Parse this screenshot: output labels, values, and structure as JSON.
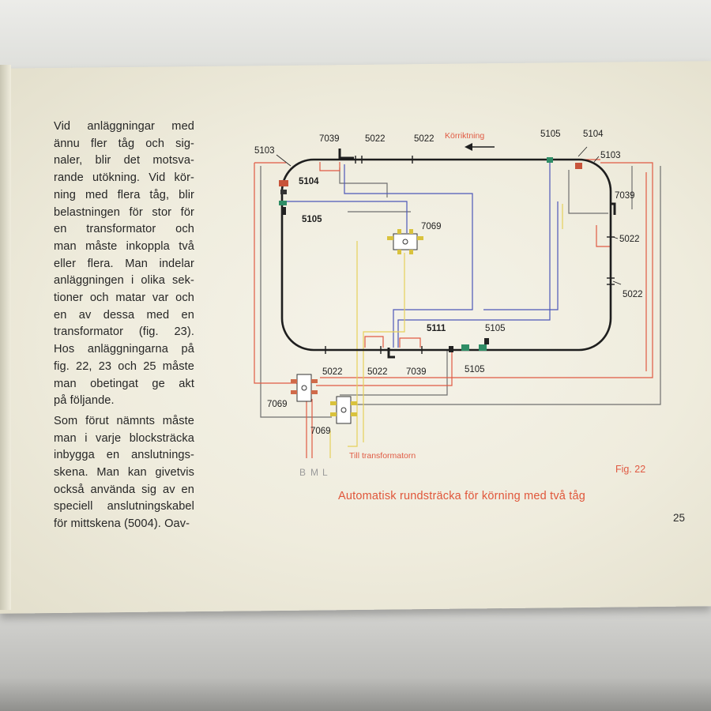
{
  "body_text": {
    "lines": [
      "Vid anläggningar med",
      "ännu fler tåg och sig-",
      "naler, blir det motsva-",
      "rande utökning. Vid kör-",
      "ning med flera tåg, blir",
      "belastningen för stor för",
      "en transformator och",
      "man måste inkoppla två",
      "eller flera. Man indelar",
      "anläggningen i olika sek-",
      "tioner och matar var och",
      "en av dessa med en",
      "transformator (fig. 23).",
      "Hos anläggningarna på",
      "fig. 22, 23 och 25 måste",
      "man obetingat ge akt",
      "på följande.",
      "Som förut nämnts måste",
      "man i varje blocksträcka",
      "inbygga en anslutnings-",
      "skena. Man kan givetvis",
      "också använda sig av en",
      "speciell anslutningskabel",
      "för mittskena (5004). Oav-"
    ]
  },
  "figure": {
    "direction_label": "Körriktning",
    "transformer_label": "Till transformatorn",
    "terminal_letters": [
      "B",
      "M",
      "L"
    ],
    "fig_label": "Fig. 22",
    "part_labels": {
      "p7039_top": "7039",
      "p5022_top1": "5022",
      "p5022_top2": "5022",
      "p5103_left": "5103",
      "p5104_left": "5104",
      "p5105_left": "5105",
      "p7069_center": "7069",
      "p5105_topright": "5105",
      "p5104_topright": "5104",
      "p5103_right": "5103",
      "p7039_right": "7039",
      "p5022_right1": "5022",
      "p5022_right2": "5022",
      "p5111": "5111",
      "p5105_bottom": "5105",
      "p5105_bottom2": "5105",
      "p5022_bottom1": "5022",
      "p5022_bottom2": "5022",
      "p7039_bottom": "7039",
      "p7069_left": "7069",
      "p7069_lower": "7069"
    },
    "colors": {
      "track": "#1e1e1e",
      "red_wire": "#e05a43",
      "blue_wire": "#4d57b8",
      "yellow_wire": "#e6d05a",
      "gray_wire": "#6f6f6f"
    }
  },
  "caption": "Automatisk rundsträcka för körning med två tåg",
  "page_number": "25"
}
